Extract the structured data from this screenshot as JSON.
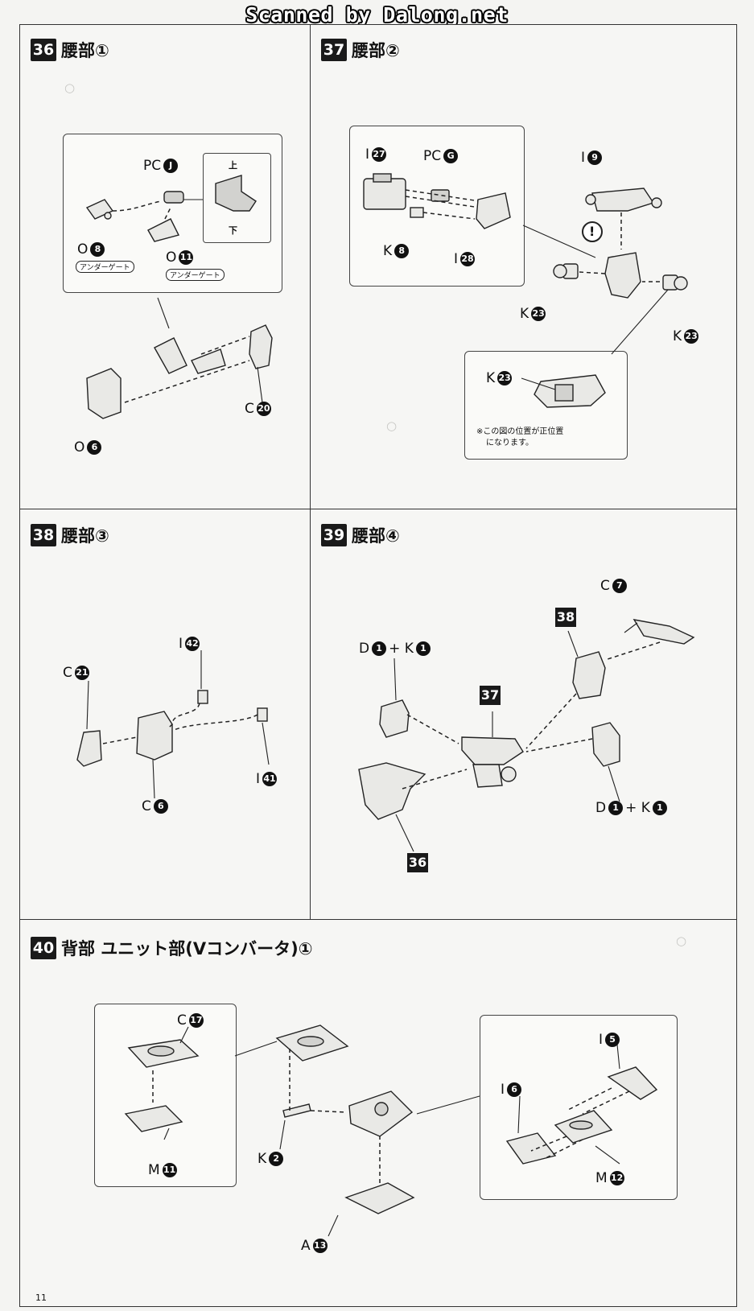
{
  "banner": "Scanned by Dalong.net",
  "page_number": "11",
  "steps": {
    "s36": {
      "num": "36",
      "title": "腰部①"
    },
    "s37": {
      "num": "37",
      "title": "腰部②"
    },
    "s38": {
      "num": "38",
      "title": "腰部③"
    },
    "s39": {
      "num": "39",
      "title": "腰部④"
    },
    "s40": {
      "num": "40",
      "title": "背部 ユニット部(Vコンバータ)①"
    }
  },
  "parts": {
    "pc_j": {
      "letter": "PC",
      "num": "J"
    },
    "o8": {
      "letter": "O",
      "num": "8"
    },
    "o11": {
      "letter": "O",
      "num": "11"
    },
    "c20": {
      "letter": "C",
      "num": "20"
    },
    "o6": {
      "letter": "O",
      "num": "6"
    },
    "i27": {
      "letter": "I",
      "num": "27"
    },
    "pc_g": {
      "letter": "PC",
      "num": "G"
    },
    "k8": {
      "letter": "K",
      "num": "8"
    },
    "i28": {
      "letter": "I",
      "num": "28"
    },
    "i9": {
      "letter": "I",
      "num": "9"
    },
    "k23a": {
      "letter": "K",
      "num": "23"
    },
    "k23b": {
      "letter": "K",
      "num": "23"
    },
    "k23c": {
      "letter": "K",
      "num": "23"
    },
    "i42": {
      "letter": "I",
      "num": "42"
    },
    "c21": {
      "letter": "C",
      "num": "21"
    },
    "c6": {
      "letter": "C",
      "num": "6"
    },
    "i41": {
      "letter": "I",
      "num": "41"
    },
    "c7": {
      "letter": "C",
      "num": "7"
    },
    "d1a": {
      "letter": "D",
      "num": "1",
      "plus": "+ K",
      "num2": "1"
    },
    "d1b": {
      "letter": "D",
      "num": "1",
      "plus": "+ K",
      "num2": "1"
    },
    "c17": {
      "letter": "C",
      "num": "17"
    },
    "m11": {
      "letter": "M",
      "num": "11"
    },
    "k2": {
      "letter": "K",
      "num": "2"
    },
    "a13": {
      "letter": "A",
      "num": "13"
    },
    "i5": {
      "letter": "I",
      "num": "5"
    },
    "i6": {
      "letter": "I",
      "num": "6"
    },
    "m12": {
      "letter": "M",
      "num": "12"
    }
  },
  "under_gate": "アンダーゲート",
  "orientation": {
    "up": "上",
    "down": "下"
  },
  "caution_mark": "!",
  "note37": [
    "※この図の位置が正位置",
    "になります。"
  ],
  "subassembly_refs": {
    "r38": "38",
    "r37": "37",
    "r36": "36"
  }
}
